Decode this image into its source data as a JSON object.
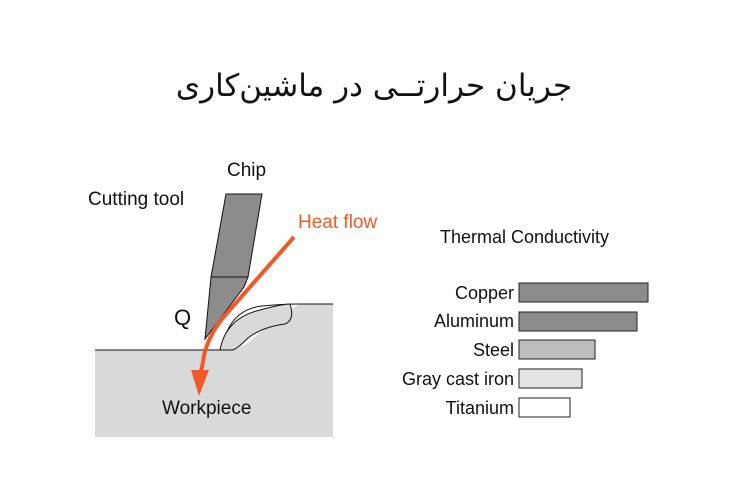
{
  "title": "جریان حرارتــی در ماشین‌کاری",
  "diagram": {
    "labels": {
      "chip": "Chip",
      "cutting_tool": "Cutting tool",
      "heat_flow": "Heat flow",
      "q": "Q",
      "workpiece": "Workpiece"
    },
    "colors": {
      "heat_flow": "#f05a28",
      "tool": "#8c8c8c",
      "workpiece": "#d9d9d9"
    }
  },
  "chart_data": {
    "type": "bar",
    "orientation": "horizontal",
    "title": "Thermal Conductivity",
    "categories": [
      "Copper",
      "Aluminum",
      "Steel",
      "Gray cast iron",
      "Titanium"
    ],
    "values": [
      129,
      118,
      76,
      63,
      51
    ],
    "colors": [
      "#8c8c8c",
      "#8c8c8c",
      "#bdbdbd",
      "#e3e3e3",
      "#ffffff"
    ],
    "xlabel": "",
    "ylabel": "",
    "note": "relative bar lengths (px), no axis shown"
  }
}
